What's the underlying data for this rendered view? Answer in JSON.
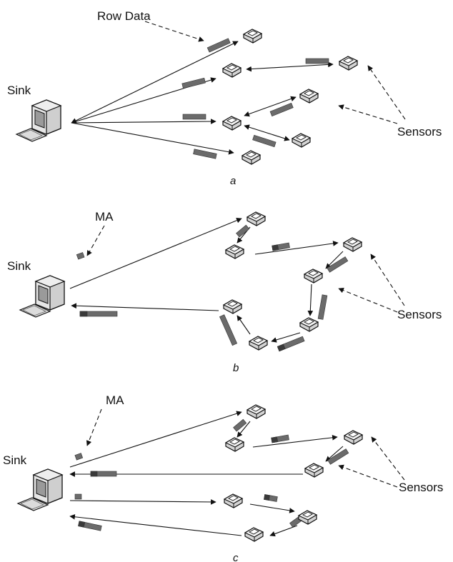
{
  "labels": {
    "row_data": "Row Data",
    "sink": "Sink",
    "sensors": "Sensors",
    "ma": "MA"
  },
  "captions": {
    "a": "a",
    "b": "b",
    "c": "c"
  },
  "colors": {
    "line": "#111111",
    "packet": "#6b6b6b",
    "packet_dark": "#3a3a3a",
    "sensor_top": "#f2f2f2",
    "sensor_side": "#cfcfcf"
  }
}
